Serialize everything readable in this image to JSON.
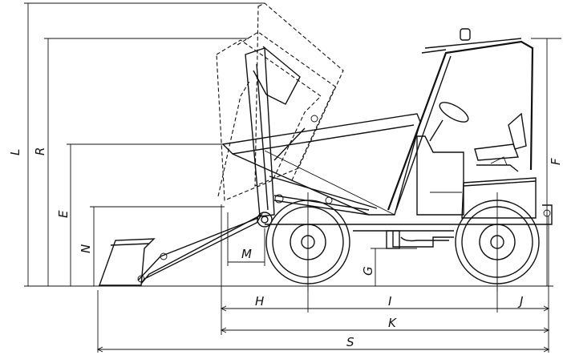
{
  "labels": {
    "L": "L",
    "R": "R",
    "E": "E",
    "N": "N",
    "M": "M",
    "G": "G",
    "F": "F",
    "H": "H",
    "I": "I",
    "J": "J",
    "K": "K",
    "S": "S"
  },
  "colors": {
    "ink": "#111111",
    "background": "#ffffff"
  }
}
